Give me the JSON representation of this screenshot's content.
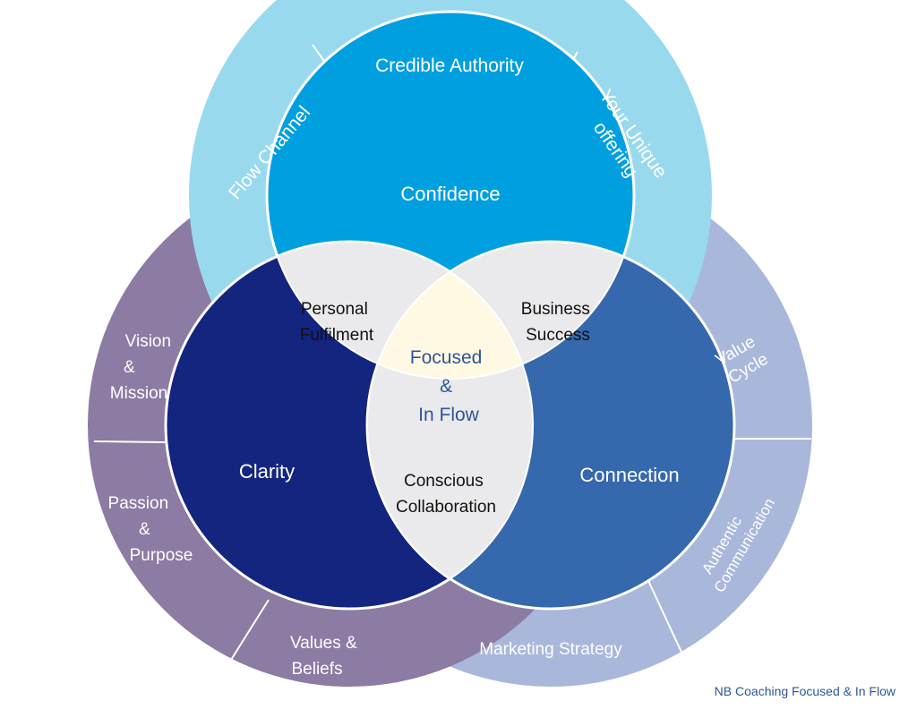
{
  "colors": {
    "top_ring": "#99d9ee",
    "left_ring": "#8c7ba3",
    "right_ring": "#a9b7db",
    "confidence": "#009fe0",
    "clarity": "#13257f",
    "connection": "#3668ad",
    "overlap": "#eaeaec",
    "center": "#fff9e3",
    "center_text": "#2f5597",
    "credit_text": "#2f5597"
  },
  "circles": {
    "confidence": "Confidence",
    "clarity": "Clarity",
    "connection": "Connection"
  },
  "overlaps": {
    "personal_fulfilment": [
      "Personal",
      "Fulfilment"
    ],
    "business_success": [
      "Business",
      "Success"
    ],
    "conscious_collaboration": [
      "Conscious",
      "Collaboration"
    ]
  },
  "center": [
    "Focused",
    "&",
    "In Flow"
  ],
  "outer_segments": {
    "flow_channel": "Flow Channel",
    "credible_authority": "Credible Authority",
    "your_unique_offering": [
      "Your Unique",
      "offering"
    ],
    "value_cycle": [
      "Value",
      "Cycle"
    ],
    "authentic_communication": [
      "Authentic",
      "Communication"
    ],
    "marketing_strategy": "Marketing Strategy",
    "values_beliefs": [
      "Values &",
      "Beliefs"
    ],
    "passion_purpose": [
      "Passion",
      "&",
      "Purpose"
    ],
    "vision_mission": [
      "Vision",
      "&",
      "Mission"
    ]
  },
  "credit": "NB Coaching Focused & In Flow"
}
